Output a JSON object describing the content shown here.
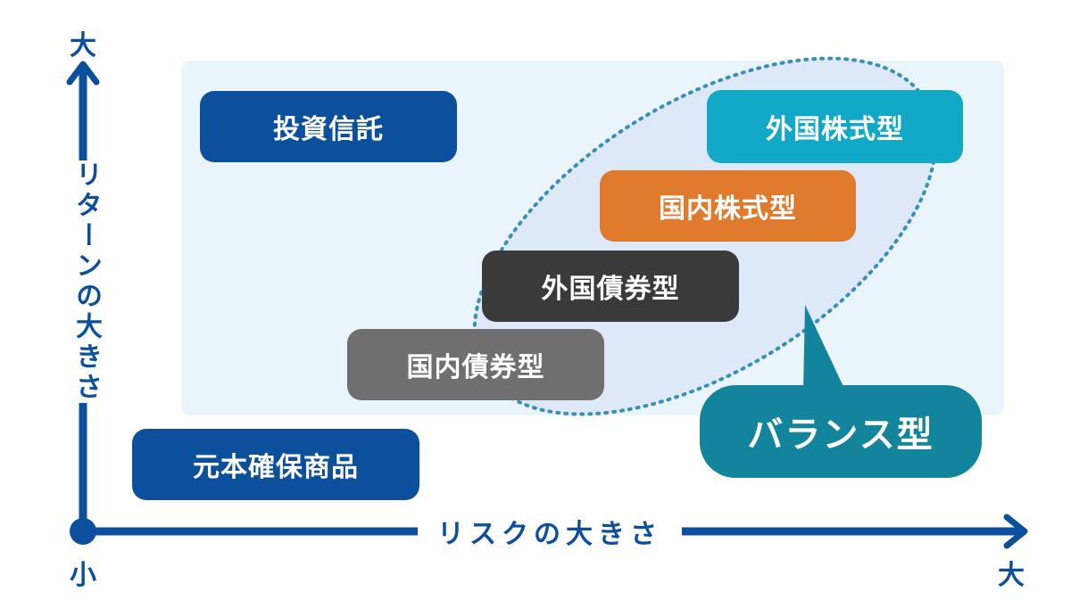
{
  "axes": {
    "y_top_label": "大",
    "y_title": "リターンの大きさ",
    "x_title": "リスクの大きさ",
    "x_end_label": "大",
    "origin_label": "小"
  },
  "products": {
    "toushin": "投資信託",
    "gaikoku_kabushiki": "外国株式型",
    "kokunai_kabushiki": "国内株式型",
    "gaikoku_saiken": "外国債券型",
    "kokunai_saiken": "国内債券型",
    "ganpon_kakuho": "元本確保商品"
  },
  "balance_label": "バランス型",
  "colors": {
    "navy": "#0c4f9c",
    "teal_callout": "#12849b",
    "cyan": "#12a8c7",
    "orange": "#e07b2e",
    "dark_gray": "#3a3a3a",
    "gray": "#6f6f6f",
    "region_bg": "#e9f5fb"
  }
}
